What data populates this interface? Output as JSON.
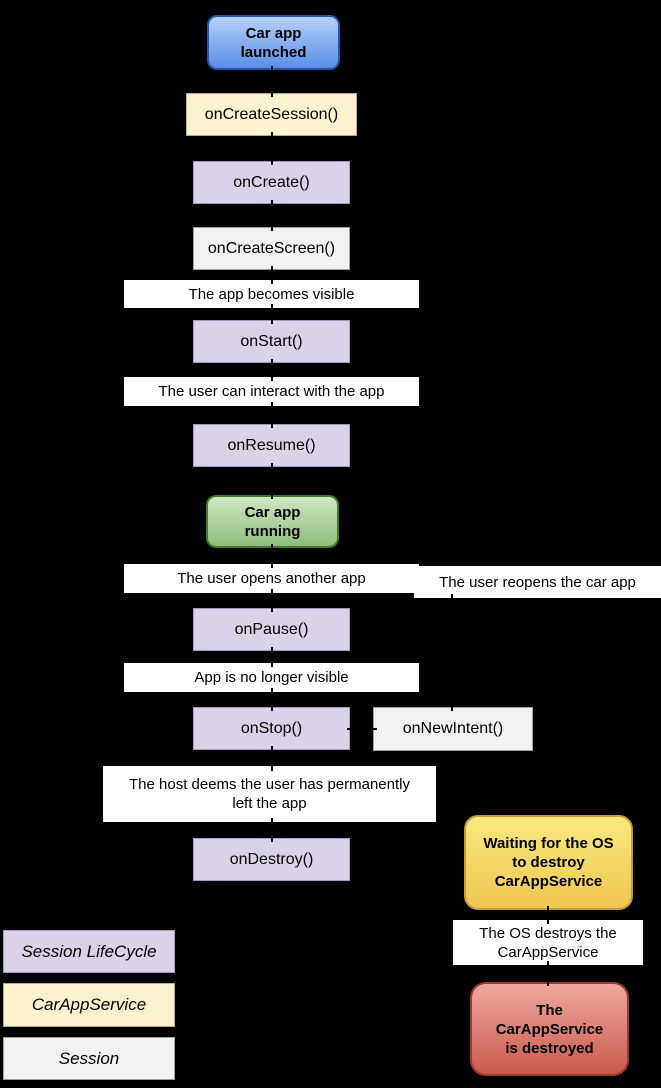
{
  "diagram": {
    "terminals": {
      "launched": "Car app\nlaunched",
      "running": "Car app\nrunning",
      "waiting": "Waiting for the OS\nto destroy\nCarAppService",
      "destroyed": "The\nCarAppService\nis destroyed"
    },
    "methods": {
      "create_session": "onCreateSession()",
      "create": "onCreate()",
      "create_screen": "onCreateScreen()",
      "start": "onStart()",
      "resume": "onResume()",
      "pause": "onPause()",
      "stop": "onStop()",
      "new_intent": "onNewIntent()",
      "destroy": "onDestroy()"
    },
    "events": {
      "becomes_visible": "The app becomes visible",
      "can_interact": "The user can interact with the app",
      "opens_another": "The user opens another app",
      "reopens": "The user reopens the car app",
      "no_longer_visible": "App is no longer visible",
      "host_deems": "The host deems the user has permanently\nleft the app",
      "os_destroys": "The OS destroys the\nCarAppService"
    },
    "legend": [
      {
        "label": "Session LifeCycle"
      },
      {
        "label": "CarAppService"
      },
      {
        "label": "Session"
      }
    ],
    "colors": {
      "background": "#000000",
      "event_bg": "#ffffff",
      "lifecycle_fill": "#d9d2e9",
      "lifecycle_border": "#a59ac6",
      "service_fill": "#fdf2cd",
      "service_border": "#b5ab88",
      "session_fill": "#f2f2f2",
      "session_border": "#9d9d9d",
      "blue_top": "#b3d0f8",
      "blue_bottom": "#5c8ee6",
      "blue_border": "#2456a8",
      "green_top": "#cfe7c3",
      "green_bottom": "#8fbe7a",
      "green_border": "#3c7b2a",
      "yellow_top": "#fbe97f",
      "yellow_bottom": "#eec751",
      "yellow_border": "#c39d33",
      "red_top": "#efa89f",
      "red_bottom": "#c95a4d",
      "red_border": "#9f392b"
    }
  }
}
